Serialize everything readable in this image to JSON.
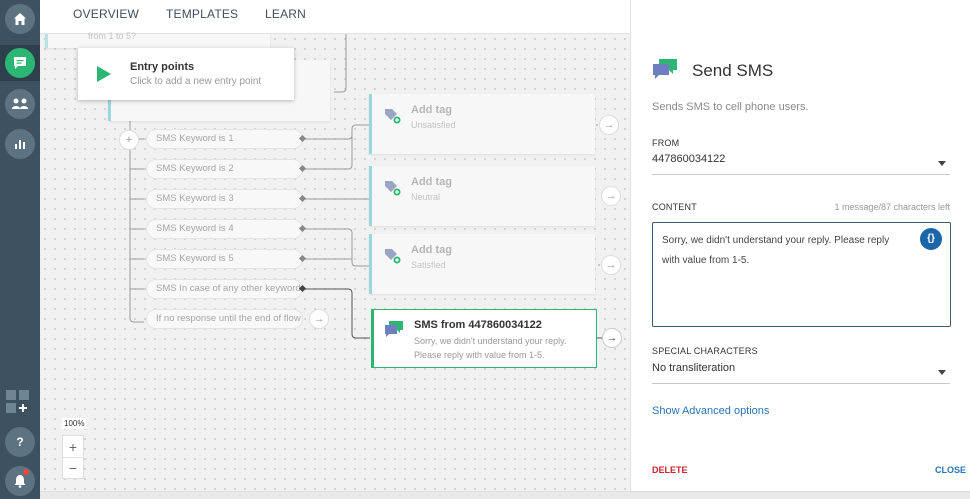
{
  "nav": {
    "tabs": [
      "OVERVIEW",
      "TEMPLATES",
      "LEARN"
    ]
  },
  "canvas": {
    "top_card_sub": "from 1 to 5?",
    "entry_point": {
      "title": "Entry points",
      "sub": "Click to add a new entry point"
    },
    "add_symbol": "+",
    "keywords": [
      "SMS Keyword is 1",
      "SMS Keyword is 2",
      "SMS Keyword is 3",
      "SMS Keyword is 4",
      "SMS Keyword is 5",
      "SMS In case of any other keyword",
      "If no response until the end of flow"
    ],
    "tag_cards": [
      {
        "title": "Add tag",
        "sub": "Unsatisfied"
      },
      {
        "title": "Add tag",
        "sub": "Neutral"
      },
      {
        "title": "Add tag",
        "sub": "Satisfied"
      }
    ],
    "sms_card": {
      "title": "SMS from 447860034122",
      "sub": "Sorry, we didn't understand your reply. Please reply with value from 1-5."
    },
    "arrow_symbol": "→",
    "zoom": {
      "level": "100%",
      "plus": "+",
      "minus": "−"
    }
  },
  "panel": {
    "title": "Send SMS",
    "description": "Sends SMS to cell phone users.",
    "from_label": "FROM",
    "from_value": "447860034122",
    "content_label": "CONTENT",
    "content_counter": "1 message/87 characters left",
    "content_text": "Sorry, we didn't understand your reply. Please reply with value from 1-5.",
    "braces_label": "{}",
    "special_label": "SPECIAL CHARACTERS",
    "special_value": "No transliteration",
    "advanced_link": "Show Advanced options",
    "delete_label": "DELETE",
    "close_label": "CLOSE"
  },
  "colors": {
    "rail": "#3e5160",
    "accent_green": "#2bb673",
    "link_blue": "#2a73b7",
    "delete_red": "#d1252c",
    "tag_teal": "#9bd7db"
  },
  "icons": [
    "home-icon",
    "chat-icon",
    "people-icon",
    "chart-icon",
    "apps-add-icon",
    "help-icon",
    "bell-icon",
    "play-icon",
    "tag-icon",
    "sms-icon"
  ]
}
